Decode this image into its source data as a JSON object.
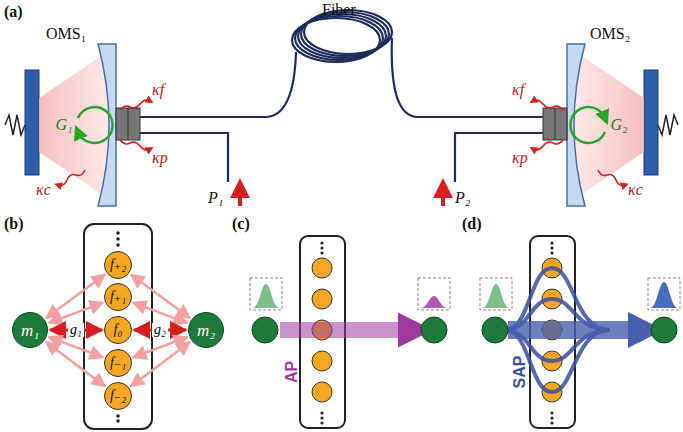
{
  "diagram": {
    "nodes": [
      {
        "text": [
          "m₁"
        ]
      },
      {
        "text": [
          "f₊₂"
        ]
      },
      {
        "text": [
          "f₊₁"
        ]
      },
      {
        "text": [
          "f₀"
        ]
      },
      {
        "text": [
          "f₋₁"
        ]
      },
      {
        "text": [
          "f₋₂"
        ]
      },
      {
        "text": [
          "m₂"
        ]
      }
    ],
    "edges": [
      {
        "from": 0,
        "to": 1,
        "arrow": "both"
      },
      {
        "from": 0,
        "to": 2,
        "arrow": "both"
      },
      {
        "from": 0,
        "to": 3,
        "label": "g₁",
        "arrow": "both"
      },
      {
        "from": 0,
        "to": 4,
        "arrow": "both"
      },
      {
        "from": 0,
        "to": 5,
        "arrow": "both"
      },
      {
        "from": 6,
        "to": 1,
        "arrow": "both"
      },
      {
        "from": 6,
        "to": 2,
        "arrow": "both"
      },
      {
        "from": 6,
        "to": 3,
        "label": "g₂",
        "arrow": "both"
      },
      {
        "from": 6,
        "to": 4,
        "arrow": "both"
      },
      {
        "from": 6,
        "to": 5,
        "arrow": "both"
      }
    ],
    "labels": [
      "(a)",
      "OMS₁",
      "Fiber",
      "OMS₂",
      "G₁",
      "G₂",
      "κf",
      "κp",
      "κc",
      "κf",
      "κp",
      "κc",
      "P₁",
      "P₂",
      "(b)",
      "(c)",
      "AP",
      "(d)",
      "SAP"
    ]
  }
}
